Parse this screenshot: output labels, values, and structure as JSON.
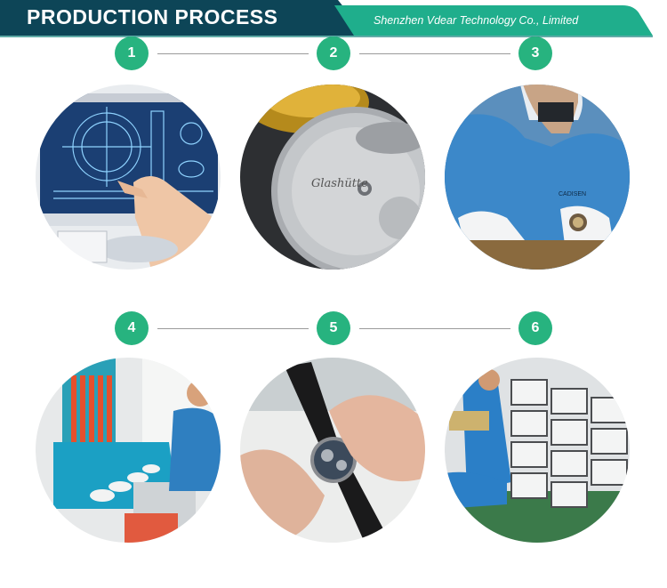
{
  "header": {
    "title": "PRODUCTION PROCESS",
    "company": "Shenzhen Vdear Technology Co., Limited",
    "colors": {
      "dark": "#0d4557",
      "teal": "#1fae8c",
      "line": "#2c8f8a"
    }
  },
  "steps": [
    {
      "number": "1",
      "image": "watch-design-cad-photo"
    },
    {
      "number": "2",
      "image": "watch-dial-printing-photo"
    },
    {
      "number": "3",
      "image": "cleanroom-assembly-photo"
    },
    {
      "number": "4",
      "image": "machine-testing-photo"
    },
    {
      "number": "5",
      "image": "strap-fitting-photo"
    },
    {
      "number": "6",
      "image": "packaging-boxes-photo"
    }
  ],
  "photo_text": {
    "dial_brand": "Glashütte",
    "badge_brand": "CADISEN"
  },
  "accent_color": "#27b37f"
}
